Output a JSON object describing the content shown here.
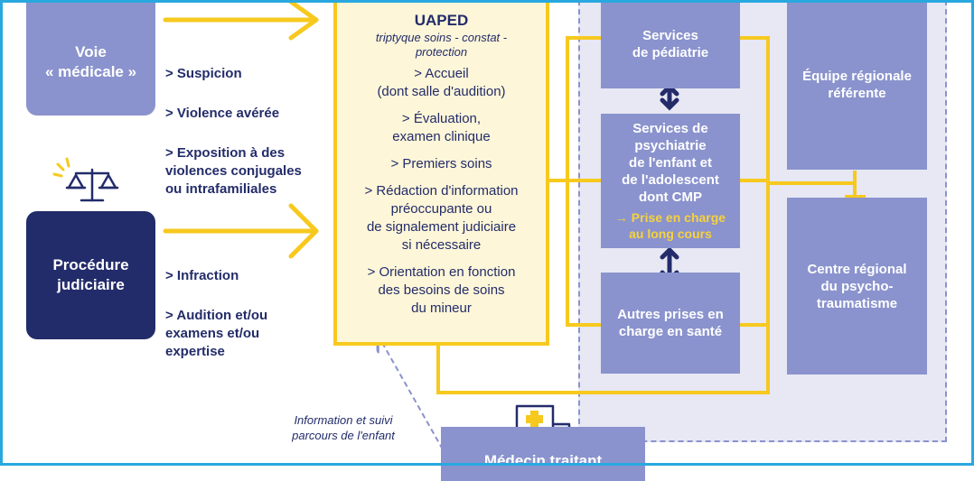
{
  "voie_medicale": {
    "label": "Voie\n« médicale »"
  },
  "medical_bullets": [
    "> Suspicion",
    "> Violence avérée",
    "> Exposition à des\nviolences conjugales\nou intrafamiliales"
  ],
  "procedure_judiciaire": {
    "label": "Procédure\njudiciaire"
  },
  "judicial_bullets": [
    "> Infraction",
    "> Audition et/ou\nexamens et/ou\nexpertise"
  ],
  "uaped": {
    "title": "UAPED",
    "subtitle": "triptyque soins - constat -\nprotection",
    "items": [
      "> Accueil\n(dont salle d'audition)",
      "> Évaluation,\nexamen clinique",
      "> Premiers soins",
      "> Rédaction d'information\npréoccupante ou\nde signalement judiciaire\nsi nécessaire",
      "> Orientation en fonction\ndes besoins de soins\ndu mineur"
    ]
  },
  "services_pediatrie": "Services\nde pédiatrie",
  "services_psychiatrie": {
    "label": "Services de\npsychiatrie\nde l'enfant et\nde l'adolescent\ndont CMP",
    "highlight": "→ Prise en charge\nau long cours"
  },
  "autres_prises": "Autres prises en\ncharge en santé",
  "equipe_regionale": "Équipe régionale\nréférente",
  "centre_regional": "Centre régional\ndu psycho-\ntraumatisme",
  "info_suivi": "Information et suivi\nparcours de l'enfant",
  "medecin_traitant": "Médecin traitant",
  "colors": {
    "navy": "#232c6a",
    "lavender": "#8a93cd",
    "yellow": "#f7c91e",
    "panel": "#e7e8f4",
    "frame": "#29a8e0"
  }
}
